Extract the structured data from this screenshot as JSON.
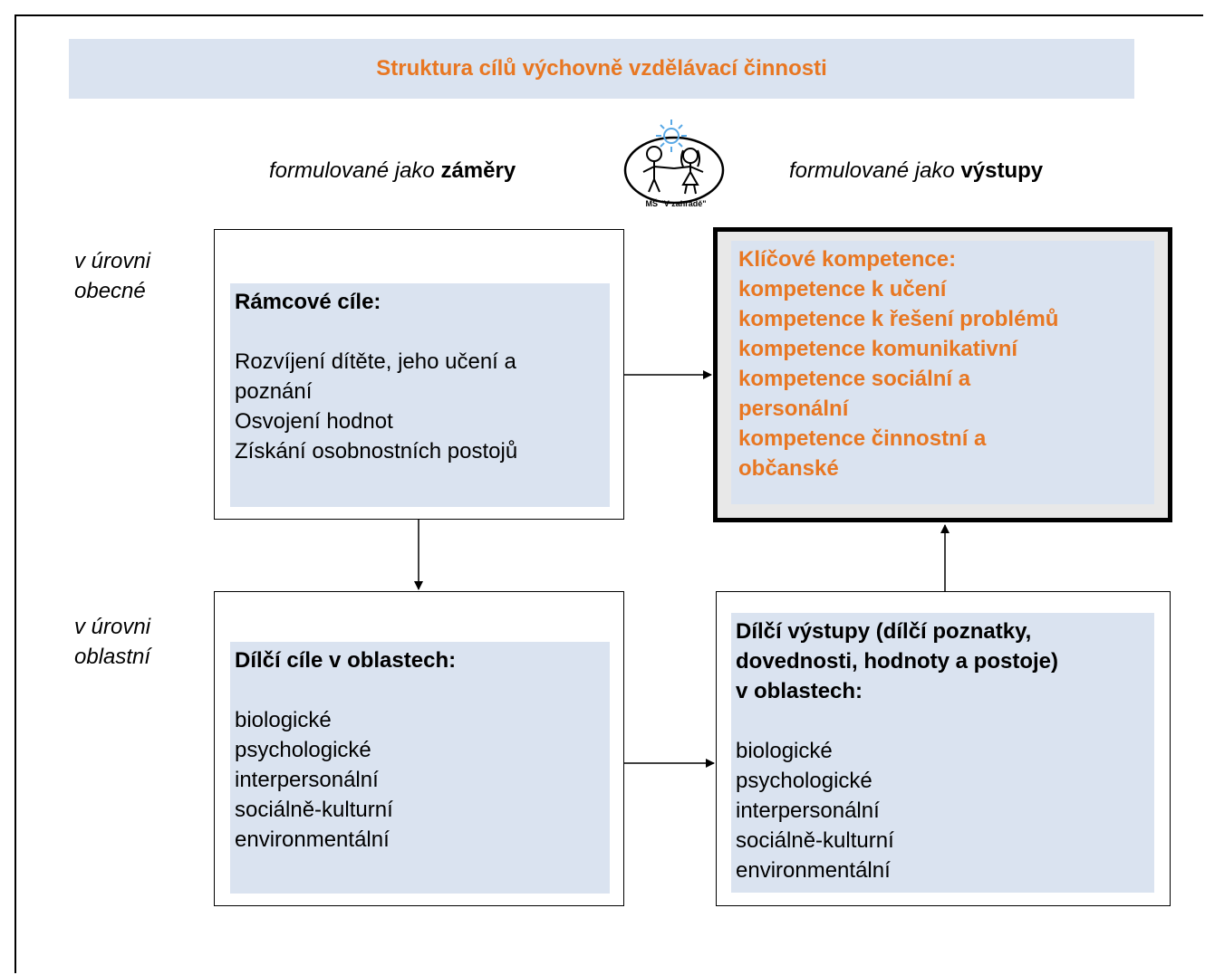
{
  "title": "Struktura cílů výchovně vzdělávací činnosti",
  "headings": {
    "left": {
      "prefix": "formulované jako",
      "emph": "záměry"
    },
    "right": {
      "prefix": "formulované jako",
      "emph": "výstupy"
    }
  },
  "logo": {
    "caption": "MŠ \"V zahradě\""
  },
  "levels": {
    "general": [
      "v úrovni",
      "obecné"
    ],
    "area": [
      "v úrovni",
      "oblastní"
    ]
  },
  "boxes": {
    "framework_goals": {
      "heading": "Rámcové cíle:",
      "items": [
        "Rozvíjení dítěte, jeho učení a",
        "poznání",
        "Osvojení hodnot",
        "Získání osobnostních postojů"
      ]
    },
    "key_competences": {
      "lines": [
        "Klíčové kompetence:",
        "kompetence k učení",
        "kompetence k řešení problémů",
        "kompetence komunikativní",
        "kompetence sociální a",
        "personální",
        "kompetence činnostní a",
        "občanské"
      ]
    },
    "partial_goals": {
      "heading": "Dílčí cíle v oblastech:",
      "items": [
        "biologické",
        "psychologické",
        "interpersonální",
        "sociálně-kulturní",
        "environmentální"
      ]
    },
    "partial_outputs": {
      "heading_lines": [
        "Dílčí výstupy (dílčí poznatky,",
        "dovednosti, hodnoty a postoje)",
        "v oblastech:"
      ],
      "items": [
        "biologické",
        "psychologické",
        "interpersonální",
        "sociálně-kulturní",
        "environmentální"
      ]
    }
  },
  "colors": {
    "accent_orange": "#e87722",
    "panel_blue": "#dae3f0"
  }
}
